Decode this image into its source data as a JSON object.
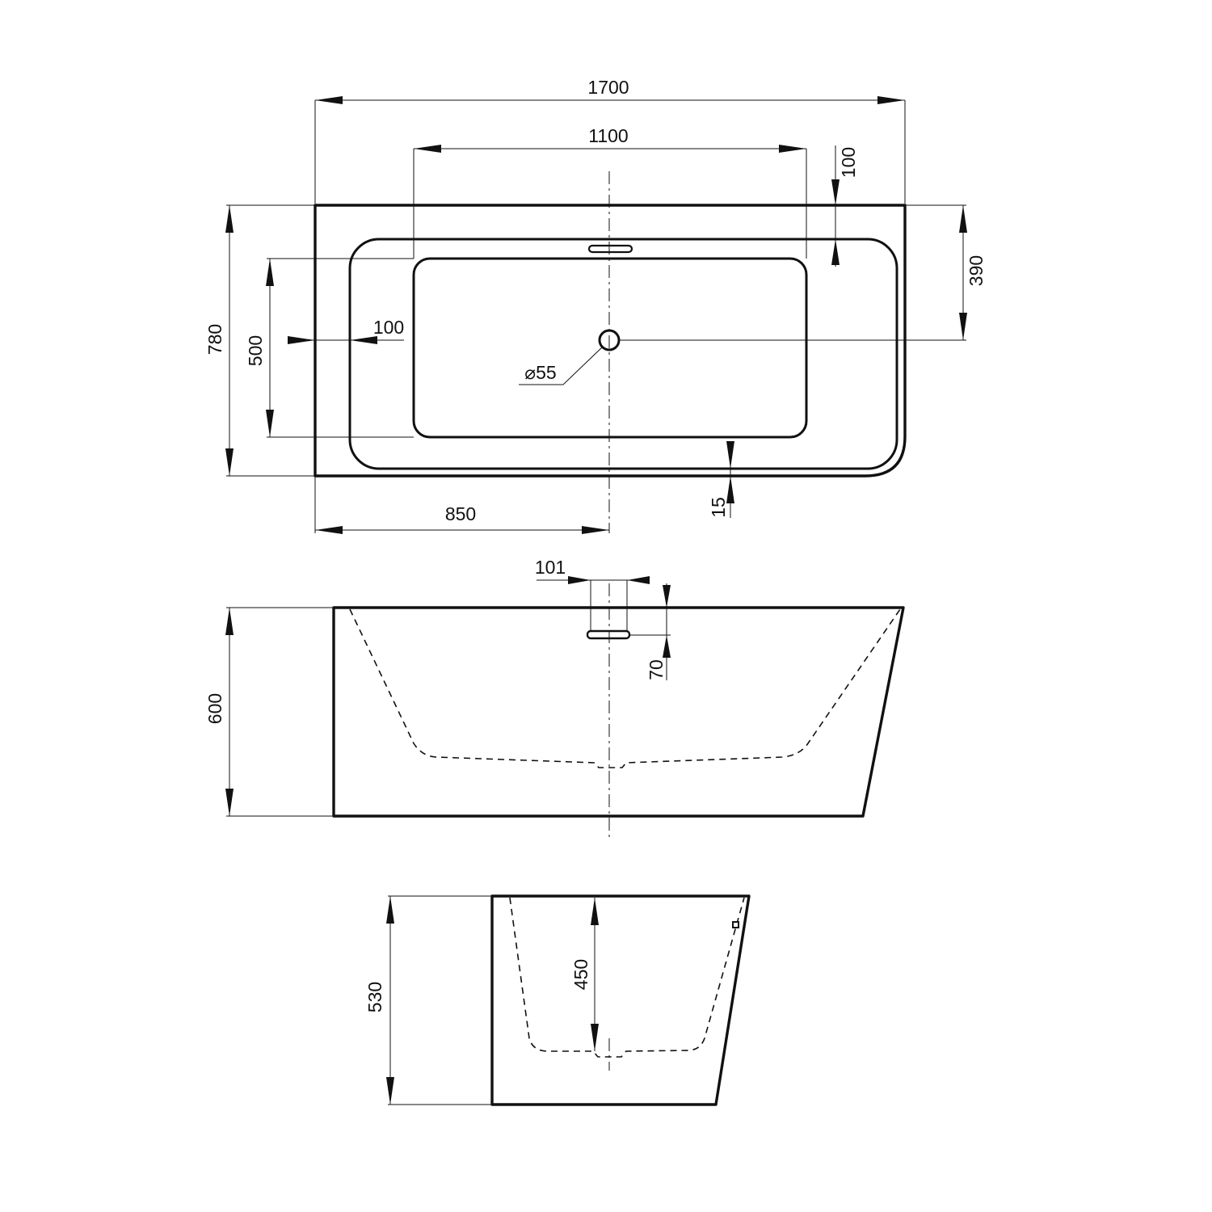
{
  "plan": {
    "length": "1700",
    "basin_length": "1100",
    "depth_top": "100",
    "drain_offset_y": "390",
    "width": "780",
    "basin_width": "500",
    "rim_left": "100",
    "drain_diameter": "⌀55",
    "drain_offset_x": "850",
    "rim_thickness": "15"
  },
  "front": {
    "overflow_width": "101",
    "overflow_height": "70",
    "height": "600"
  },
  "side": {
    "height": "530",
    "inner_depth": "450"
  }
}
